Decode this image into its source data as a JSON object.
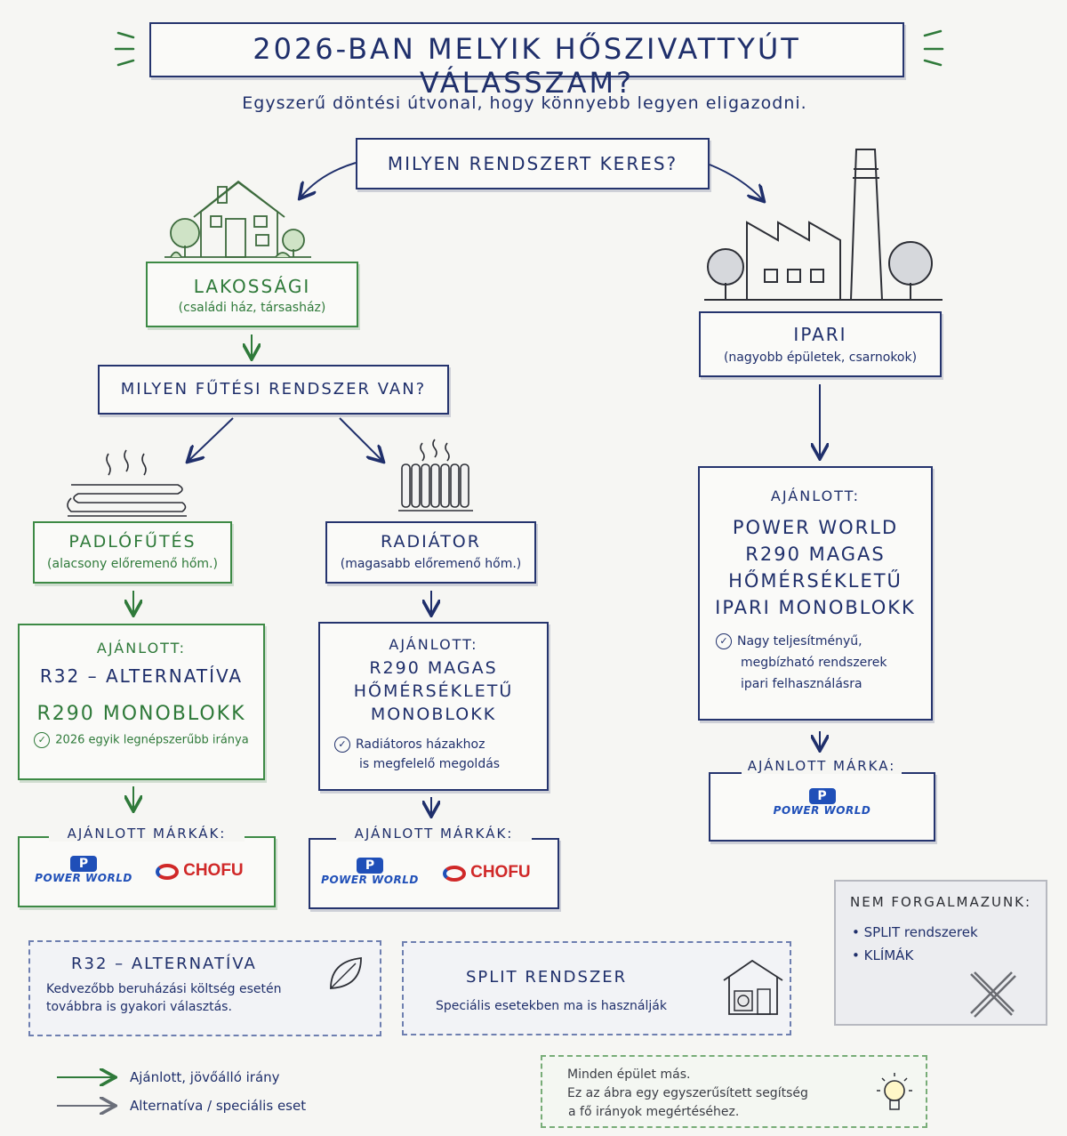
{
  "title": "2026-BAN MELYIK HŐSZIVATTYÚT VÁLASSZAM?",
  "subtitle": "Egyszerű döntési útvonal, hogy könnyebb legyen eligazodni.",
  "question_main": "MILYEN RENDSZERT KERES?",
  "residential": {
    "label": "LAKOSSÁGI",
    "sub": "(családi ház, társasház)"
  },
  "industrial": {
    "label": "IPARI",
    "sub": "(nagyobb épületek, csarnokok)"
  },
  "question_heating": "MILYEN FŰTÉSI RENDSZER VAN?",
  "floor": {
    "label": "PADLÓFŰTÉS",
    "sub": "(alacsony előremenő hőm.)"
  },
  "radiator": {
    "label": "RADIÁTOR",
    "sub": "(magasabb előremenő hőm.)"
  },
  "rec_floor": {
    "head": "AJÁNLOTT:",
    "line1": "R32 – ALTERNATÍVA",
    "line2": "R290 MONOBLOKK",
    "note": "2026 egyik legnépszerűbb iránya"
  },
  "rec_radiator": {
    "head": "AJÁNLOTT:",
    "line1": "R290 MAGAS",
    "line2": "HŐMÉRSÉKLETŰ",
    "line3": "MONOBLOKK",
    "note1": "Radiátoros házakhoz",
    "note2": "is megfelelő megoldás"
  },
  "rec_industrial": {
    "head": "AJÁNLOTT:",
    "line1": "POWER WORLD",
    "line2": "R290 MAGAS",
    "line3": "HŐMÉRSÉKLETŰ",
    "line4": "IPARI MONOBLOKK",
    "note1": "Nagy teljesítményű,",
    "note2": "megbízható rendszerek",
    "note3": "ipari felhasználásra"
  },
  "brands_label": "AJÁNLOTT MÁRKÁK:",
  "brand_label_single": "AJÁNLOTT MÁRKA:",
  "brand_powerworld": "POWER WORLD",
  "brand_chofu": "CHOFU",
  "r32_box": {
    "title": "R32 – ALTERNATÍVA",
    "line1": "Kedvezőbb beruházási költség esetén",
    "line2": "továbbra is gyakori választás."
  },
  "split_box": {
    "title": "SPLIT RENDSZER",
    "line1": "Speciális esetekben ma is használják"
  },
  "not_sold": {
    "title": "NEM FORGALMAZUNK:",
    "items": [
      "SPLIT rendszerek",
      "KLÍMÁK"
    ]
  },
  "legend": {
    "recommended": "Ajánlott, jövőálló irány",
    "alternative": "Alternatíva / speciális eset"
  },
  "note_box": {
    "line1": "Minden épület más.",
    "line2": "Ez az ábra egy egyszerűsített segítség",
    "line3": "a fő irányok megértéséhez."
  },
  "colors": {
    "navy": "#1f2f6b",
    "green": "#2f7a3a",
    "powerworld_blue": "#1f4fb8",
    "chofu_red": "#d02828"
  }
}
